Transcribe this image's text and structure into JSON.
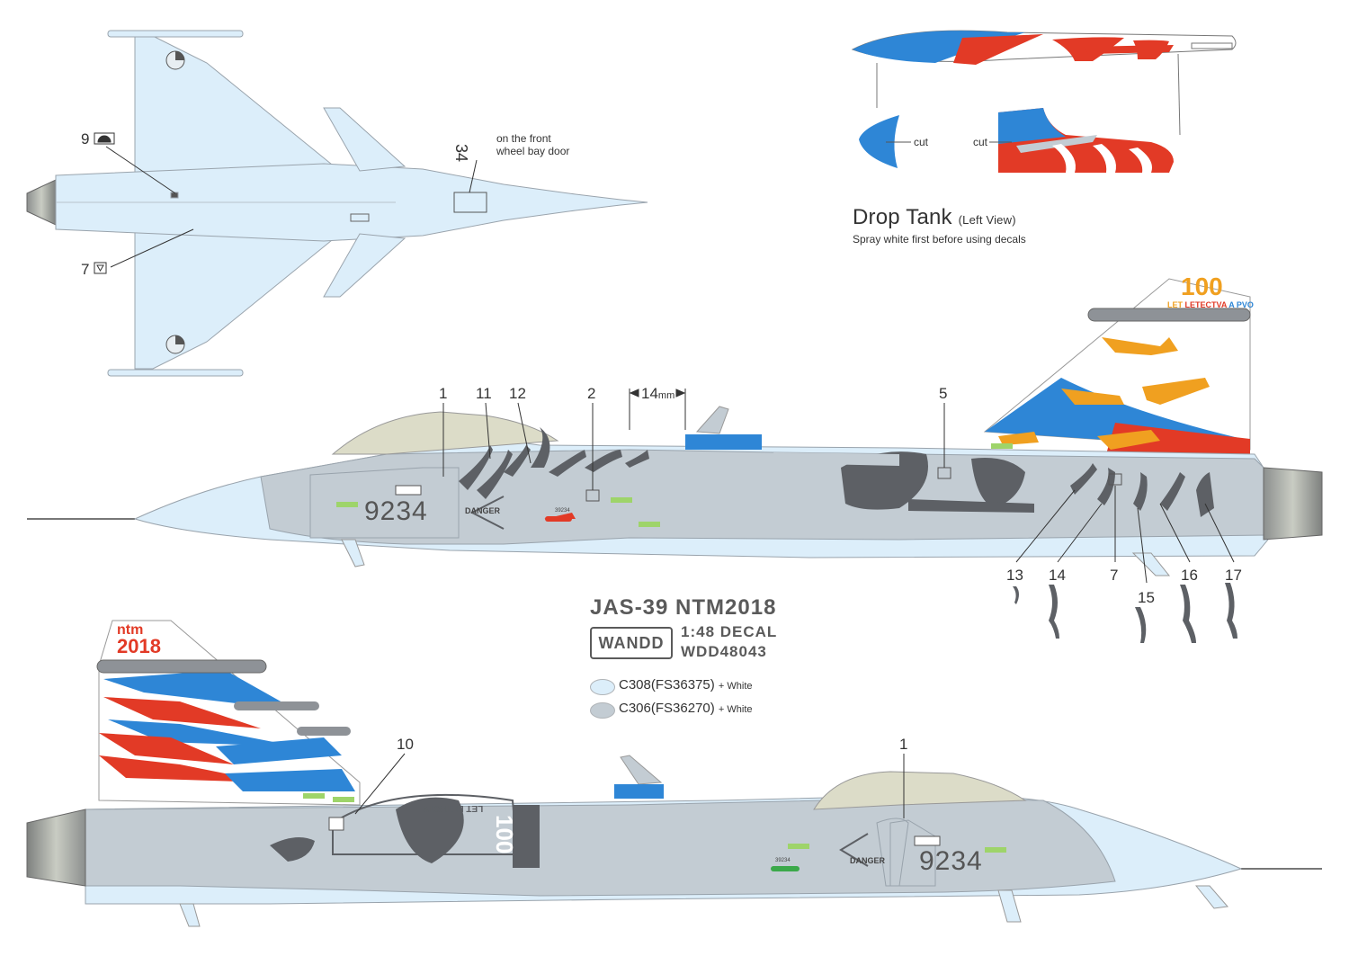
{
  "drop_tank": {
    "title": "Drop Tank",
    "title_note": "(Left View)",
    "note": "Spray white first before using decals",
    "cut_label_1": "cut",
    "cut_label_2": "cut"
  },
  "top_view": {
    "callout_9": "9",
    "callout_7": "7",
    "callout_34": "34",
    "note_34_line1": "on the front",
    "note_34_line2": "wheel bay door"
  },
  "right_side": {
    "callouts": [
      "1",
      "11",
      "12",
      "2",
      "5",
      "13",
      "14",
      "7",
      "15",
      "16",
      "17"
    ],
    "measure": "14",
    "measure_unit": "mm",
    "serial": "9234",
    "danger": "DANGER",
    "missile_serial": "39234",
    "tail_number": "100",
    "tail_caption_a": "LET",
    "tail_caption_b": "LETECTVA",
    "tail_caption_c": "A",
    "tail_caption_d": "PVO"
  },
  "left_side": {
    "callout_10": "10",
    "callout_1": "1",
    "serial": "9234",
    "danger": "DANGER",
    "missile_serial": "39234",
    "tail_top": "ntm",
    "tail_year": "2018",
    "big_number": "100",
    "side_text": "LET LETECTV"
  },
  "brand": {
    "title": "JAS-39 NTM2018",
    "logo": "WANDD",
    "scale": "1:48 DECAL",
    "code": "WDD48043"
  },
  "legend": [
    {
      "code": "C308(FS36375)",
      "suffix": "+ White",
      "color": "#dceefa"
    },
    {
      "code": "C306(FS36270)",
      "suffix": "+ White",
      "color": "#c3ccd3"
    }
  ],
  "colors": {
    "light_blue": "#dceefa",
    "medium_gray": "#c3ccd3",
    "dark_gray": "#5d6065",
    "flag_blue": "#2e86d6",
    "flag_red": "#e23a26",
    "gold": "#f0a020",
    "canopy": "#dcdcc8"
  }
}
